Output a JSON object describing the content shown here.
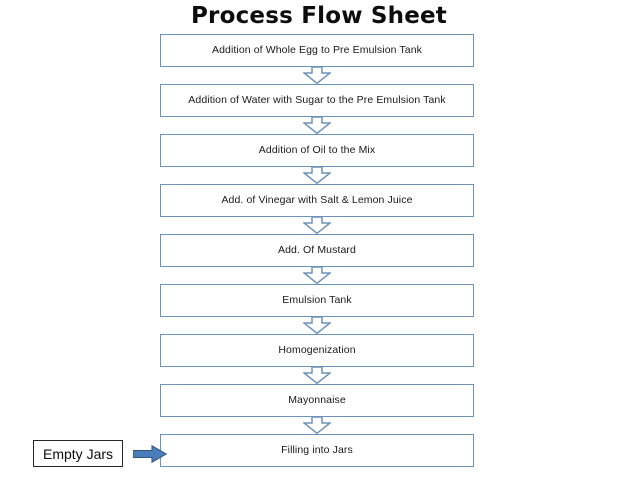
{
  "page": {
    "title": "Process Flow Sheet"
  },
  "colors": {
    "box_border_blue": "#6e93b8",
    "arrow_outline_blue": "#6e93b8",
    "solid_arrow_fill": "#4a7ebb",
    "solid_arrow_stroke": "#35577f",
    "title_black": "#0d0d0d",
    "side_box_border": "#262626"
  },
  "flow": {
    "steps": [
      {
        "label": "Addition of Whole Egg to Pre Emulsion Tank"
      },
      {
        "label": "Addition of Water with Sugar to the Pre Emulsion Tank"
      },
      {
        "label": "Addition of Oil to the Mix"
      },
      {
        "label": "Add. of Vinegar with Salt & Lemon Juice"
      },
      {
        "label": "Add. Of Mustard"
      },
      {
        "label": "Emulsion Tank"
      },
      {
        "label": "Homogenization"
      },
      {
        "label": "Mayonnaise"
      },
      {
        "label": "Filling into Jars"
      }
    ],
    "connector_icon": "down-arrow-icon",
    "connector_count": 8
  },
  "side_input": {
    "label": "Empty Jars",
    "arrow_icon": "right-arrow-icon"
  }
}
